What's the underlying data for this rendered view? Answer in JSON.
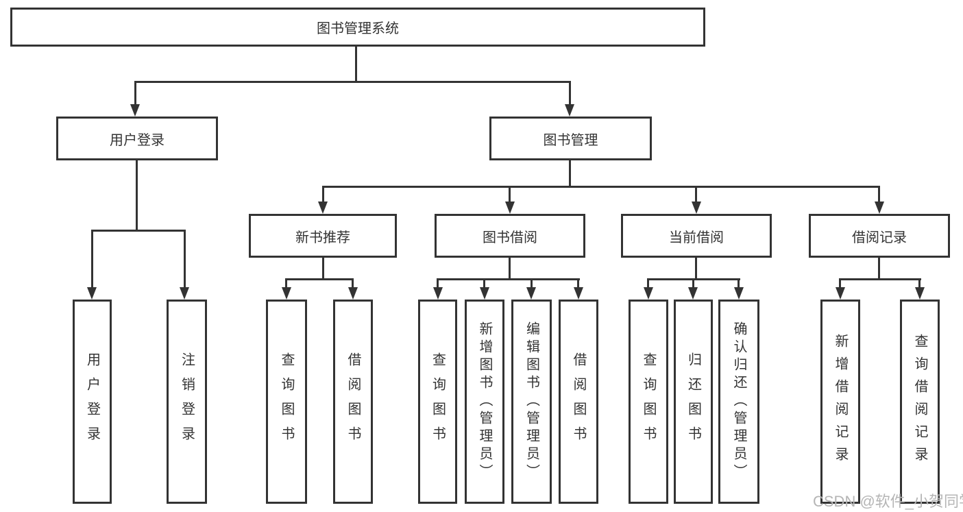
{
  "nodes": {
    "root": "图书管理系统",
    "login": {
      "label": "用户登录",
      "children": [
        "用户登录",
        "注销登录"
      ]
    },
    "management": {
      "label": "图书管理"
    },
    "groups": [
      {
        "label": "新书推荐",
        "children": [
          "查询图书",
          "借阅图书"
        ]
      },
      {
        "label": "图书借阅",
        "children": [
          "查询图书",
          "新增图书（管理员）",
          "编辑图书（管理员）",
          "借阅图书"
        ]
      },
      {
        "label": "当前借阅",
        "children": [
          "查询图书",
          "归还图书",
          "确认归还（管理员）"
        ]
      },
      {
        "label": "借阅记录",
        "children": [
          "新增借阅记录",
          "查询借阅记录"
        ]
      }
    ]
  },
  "watermark": "CSDN @软件_小贺同学",
  "colors": {
    "line": "#333333",
    "box_border": "#333333",
    "background": "#ffffff",
    "watermark": "#b5b5b5"
  }
}
